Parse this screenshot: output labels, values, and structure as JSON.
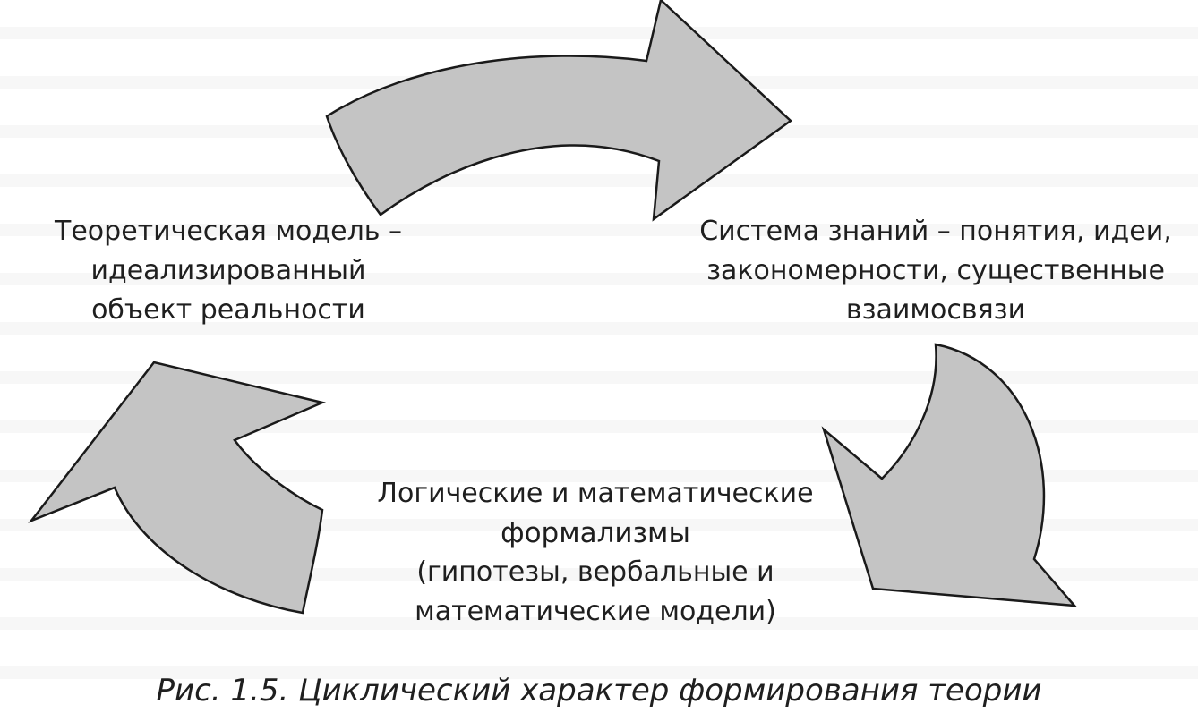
{
  "nodes": {
    "model": {
      "lines": [
        "Теоретическая модель –",
        "идеализированный",
        "объект реальности"
      ]
    },
    "knowledge": {
      "lines": [
        "Система знаний – понятия, идеи,",
        "закономерности, существенные",
        "взаимосвязи"
      ]
    },
    "formalisms": {
      "lines": [
        "Логические и математические",
        "формализмы",
        "(гипотезы, вербальные и",
        "математические модели)"
      ]
    }
  },
  "caption": "Рис. 1.5. Циклический характер формирования теории",
  "colors": {
    "arrow_fill": "#c4c4c4",
    "arrow_stroke": "#1a1a1a",
    "text": "#1f1f1f"
  }
}
